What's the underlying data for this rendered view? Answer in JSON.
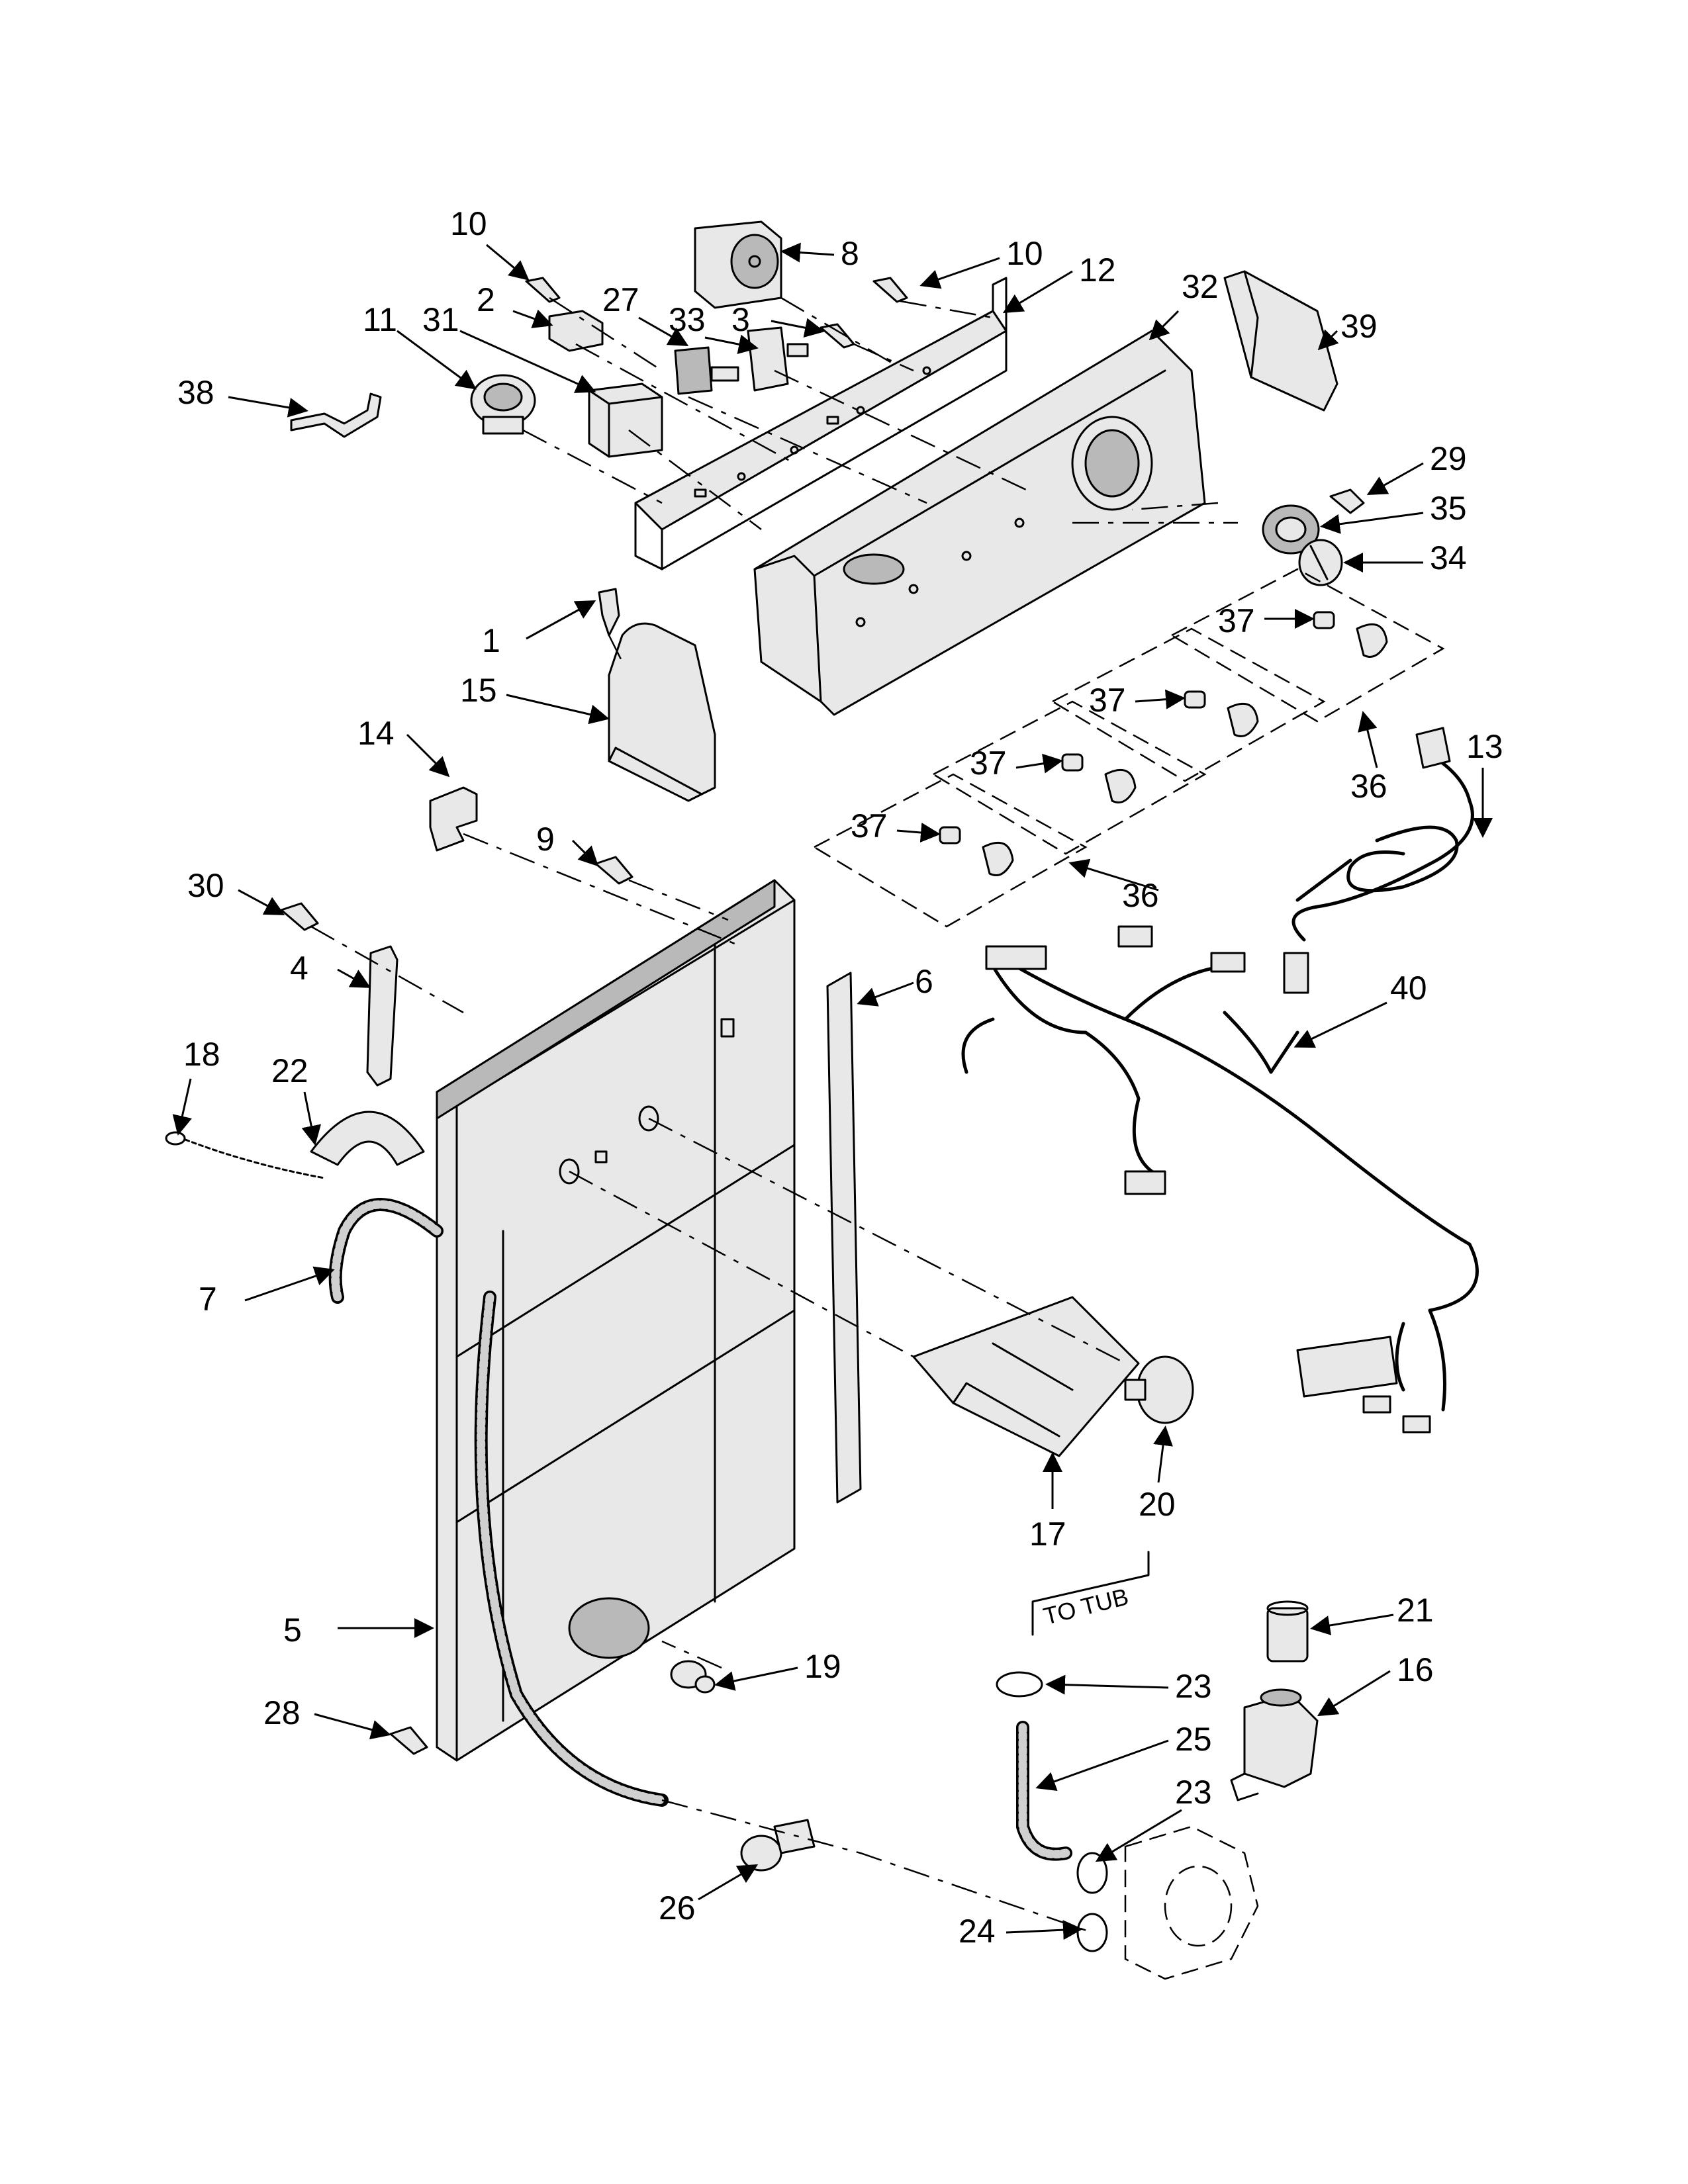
{
  "callouts": [
    {
      "label": "10"
    },
    {
      "label": "8"
    },
    {
      "label": "10"
    },
    {
      "label": "12"
    },
    {
      "label": "32"
    },
    {
      "label": "2"
    },
    {
      "label": "27"
    },
    {
      "label": "33"
    },
    {
      "label": "3"
    },
    {
      "label": "39"
    },
    {
      "label": "31"
    },
    {
      "label": "11"
    },
    {
      "label": "38"
    },
    {
      "label": "29"
    },
    {
      "label": "35"
    },
    {
      "label": "34"
    },
    {
      "label": "1"
    },
    {
      "label": "37"
    },
    {
      "label": "15"
    },
    {
      "label": "37"
    },
    {
      "label": "14"
    },
    {
      "label": "37"
    },
    {
      "label": "36"
    },
    {
      "label": "13"
    },
    {
      "label": "9"
    },
    {
      "label": "37"
    },
    {
      "label": "36"
    },
    {
      "label": "30"
    },
    {
      "label": "6"
    },
    {
      "label": "4"
    },
    {
      "label": "40"
    },
    {
      "label": "18"
    },
    {
      "label": "22"
    },
    {
      "label": "7"
    },
    {
      "label": "17"
    },
    {
      "label": "20"
    },
    {
      "label": "21"
    },
    {
      "label": "5"
    },
    {
      "label": "19"
    },
    {
      "label": "23"
    },
    {
      "label": "16"
    },
    {
      "label": "25"
    },
    {
      "label": "28"
    },
    {
      "label": "23"
    },
    {
      "label": "26"
    },
    {
      "label": "24"
    }
  ],
  "annotation_to_tub": "TO TUB"
}
